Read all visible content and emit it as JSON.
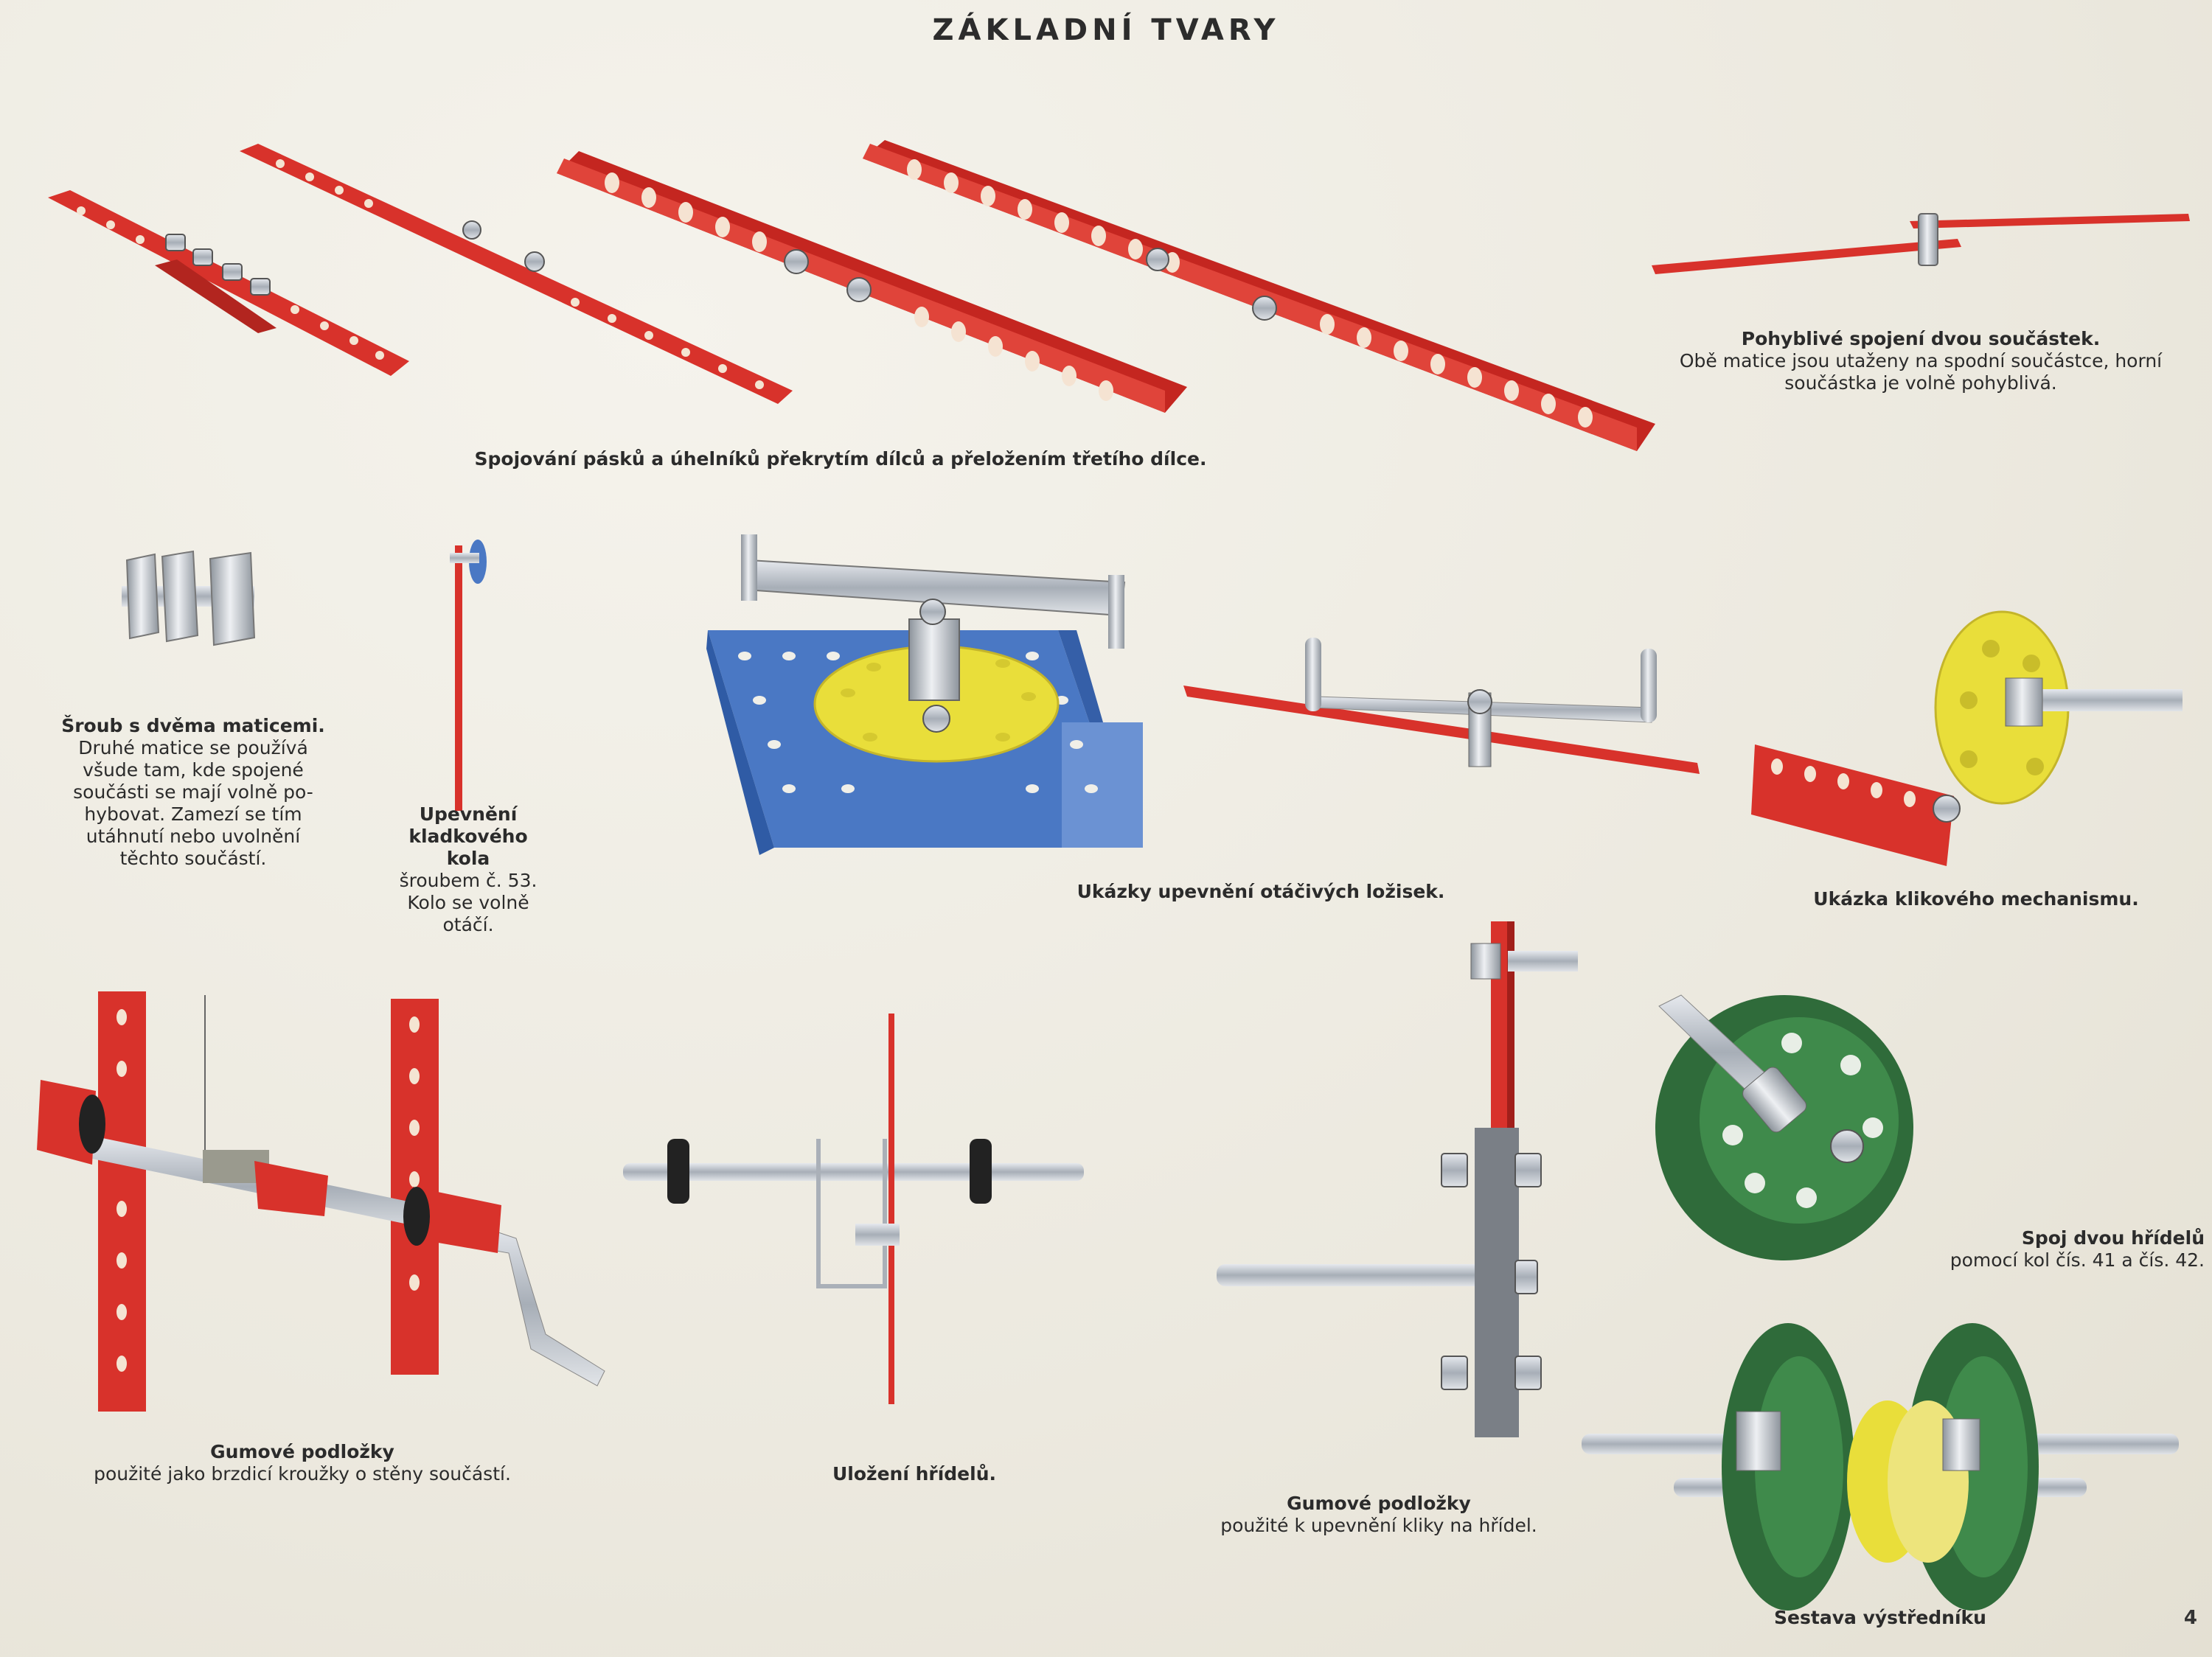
{
  "page": {
    "title": "ZÁKLADNÍ TVARY",
    "page_number": "4"
  },
  "captions": {
    "strips": "Spojování pásků a úhelníků překrytím dílců a přeložením třetího dílce.",
    "movable_title": "Pohyblivé spojení dvou součástek.",
    "movable_line1": "Obě matice jsou utaženy na spodní součástce, horní",
    "movable_line2": "součástka je volně pohyblivá.",
    "screw_title": "Šroub s dvěma maticemi.",
    "screw_lines": [
      "Druhé matice se používá",
      "všude tam, kde spojené",
      "součásti se mají volně po-",
      "hybovat. Zamezí se tím",
      "utáhnutí nebo uvolnění",
      "těchto součástí."
    ],
    "pulley_title_lines": [
      "Upevnění",
      "kladkového",
      "kola"
    ],
    "pulley_lines": [
      "šroubem č. 53.",
      "Kolo se volně",
      "otáčí."
    ],
    "bearings": "Ukázky upevnění otáčivých ložisek.",
    "crank": "Ukázka klikového mechanismu.",
    "rubber1_title": "Gumové podložky",
    "rubber1_text": "použité jako brzdicí kroužky o stěny součástí.",
    "shafts": "Uložení hřídelů.",
    "rubber2_title": "Gumové podložky",
    "rubber2_text": "použité k upevnění kliky na hřídel.",
    "join_title": "Spoj dvou hřídelů",
    "join_text": "pomocí kol čís. 41 a čís. 42.",
    "eccentric": "Sestava výstředníku"
  },
  "colors": {
    "red": "#d8322b",
    "blue": "#4a78c4",
    "yellow": "#e9de3a",
    "green": "#2f6b3a",
    "steel": "#b9bfc6"
  }
}
